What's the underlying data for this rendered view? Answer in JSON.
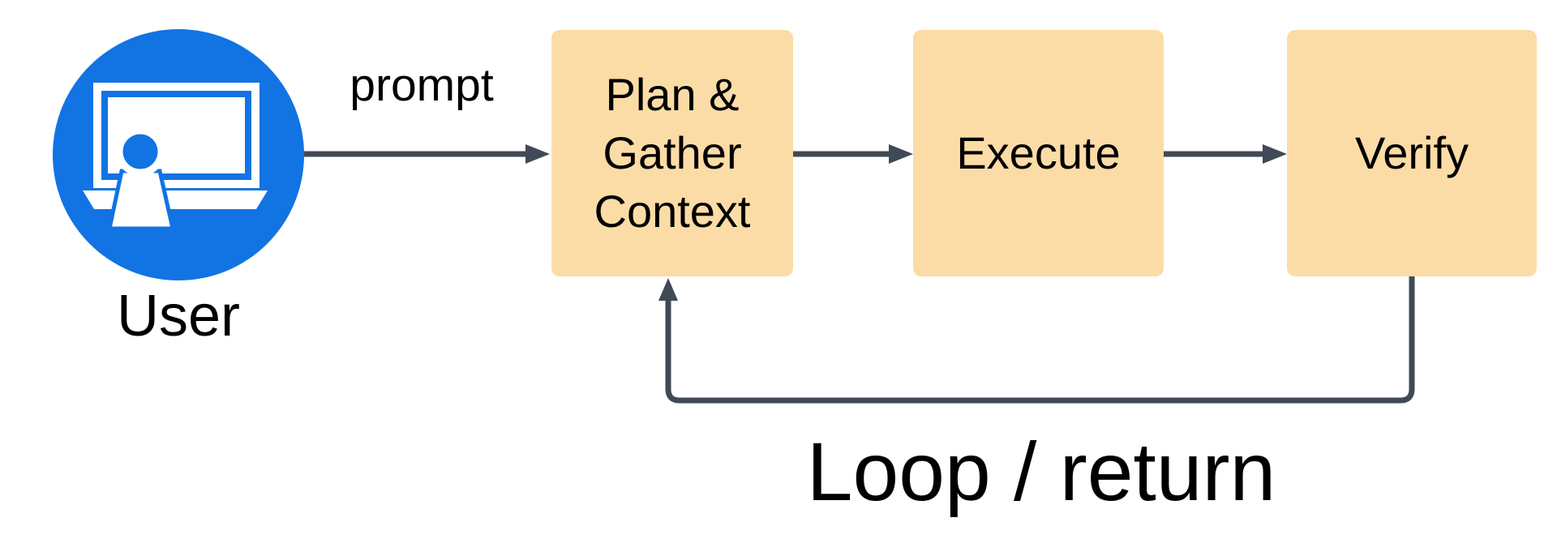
{
  "colors": {
    "background": "#FFFFFF",
    "box_fill": "#FCDCA6",
    "arrow": "#404A57",
    "actor_blue": "#1273E3",
    "text": "#000000"
  },
  "actor": {
    "label": "User",
    "icon": "presenter-whiteboard-icon"
  },
  "flow": {
    "prompt_label": "prompt",
    "loop_label": "Loop / return",
    "nodes": [
      {
        "id": "plan",
        "lines": [
          "Plan &",
          "Gather",
          "Context"
        ]
      },
      {
        "id": "execute",
        "lines": [
          "Execute"
        ]
      },
      {
        "id": "verify",
        "lines": [
          "Verify"
        ]
      }
    ]
  }
}
